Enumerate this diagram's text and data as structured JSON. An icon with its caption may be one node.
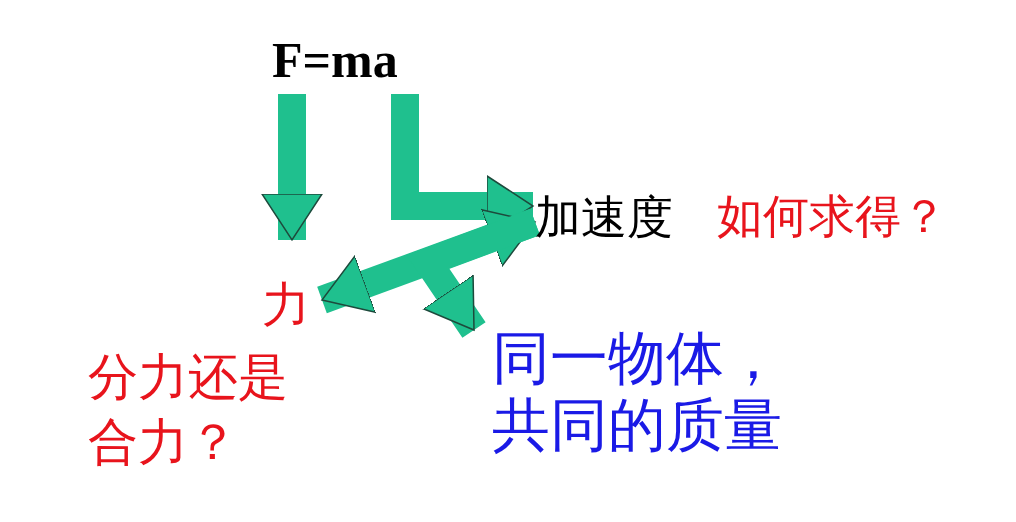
{
  "diagram": {
    "nodes": [
      {
        "text": [
          "F=ma"
        ]
      },
      {
        "text": [
          "力"
        ]
      },
      {
        "text": [
          "加速度"
        ],
        "beside": [
          "如何求得？"
        ]
      },
      {
        "text": [
          "同一物体，共同的质量"
        ]
      }
    ],
    "edges": [
      {
        "from": 0,
        "to": 1,
        "arrow": "to"
      },
      {
        "from": 0,
        "to": 2,
        "arrow": "to"
      },
      {
        "from": 1,
        "to": 2,
        "arrow": "both"
      },
      {
        "from": 2,
        "to": 3,
        "arrow": "to"
      }
    ],
    "labels": [
      "分力还是合力？"
    ]
  }
}
